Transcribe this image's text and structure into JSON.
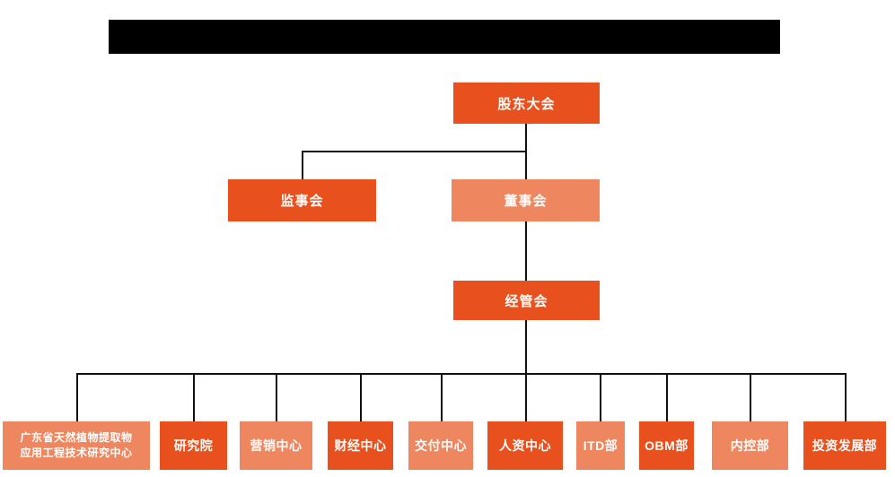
{
  "colors": {
    "primary_box": "#E8511E",
    "secondary_box": "#EE8760",
    "connector": "#111111",
    "redaction_bar": "#000000",
    "text": "#FFFFFF",
    "background": "#FFFFFF"
  },
  "org": {
    "nodes": [
      {
        "id": "shareholders-meeting",
        "label": "股东大会",
        "level": 1,
        "variant": "primary"
      },
      {
        "id": "supervisory-board",
        "label": "监事会",
        "level": 2,
        "variant": "primary"
      },
      {
        "id": "board-of-directors",
        "label": "董事会",
        "level": 2,
        "variant": "secondary"
      },
      {
        "id": "management-committee",
        "label": "经管会",
        "level": 3,
        "variant": "primary"
      },
      {
        "id": "guangdong-research-center",
        "label": "广东省天然植物提取物应用工程技术研究中心",
        "level": 4,
        "variant": "secondary"
      },
      {
        "id": "research-institute",
        "label": "研究院",
        "level": 4,
        "variant": "primary"
      },
      {
        "id": "marketing-center",
        "label": "营销中心",
        "level": 4,
        "variant": "secondary"
      },
      {
        "id": "finance-center",
        "label": "财经中心",
        "level": 4,
        "variant": "primary"
      },
      {
        "id": "delivery-center",
        "label": "交付中心",
        "level": 4,
        "variant": "secondary"
      },
      {
        "id": "hr-center",
        "label": "人资中心",
        "level": 4,
        "variant": "primary"
      },
      {
        "id": "itd-dept",
        "label": "ITD部",
        "level": 4,
        "variant": "secondary"
      },
      {
        "id": "obm-dept",
        "label": "OBM部",
        "level": 4,
        "variant": "primary"
      },
      {
        "id": "internal-control-dept",
        "label": "内控部",
        "level": 4,
        "variant": "secondary"
      },
      {
        "id": "investment-development-dept",
        "label": "投资发展部",
        "level": 4,
        "variant": "primary"
      }
    ]
  }
}
